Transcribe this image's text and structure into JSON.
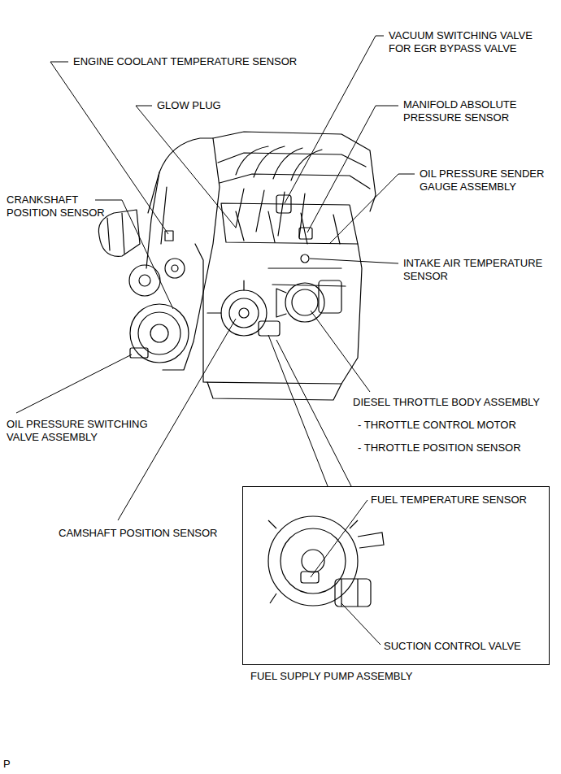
{
  "diagram": {
    "nodes": [
      {
        "text": [
          "FUEL SUPPLY PUMP ASSEMBLY",
          "FUEL TEMPERATURE SENSOR",
          "SUCTION CONTROL VALVE"
        ]
      }
    ],
    "edges": [],
    "labels": [
      "VACUUM SWITCHING VALVE FOR EGR BYPASS VALVE",
      "ENGINE COOLANT TEMPERATURE SENSOR",
      "GLOW PLUG",
      "MANIFOLD ABSOLUTE PRESSURE SENSOR",
      "OIL PRESSURE SENDER GAUGE ASSEMBLY",
      "CRANKSHAFT POSITION SENSOR",
      "INTAKE AIR TEMPERATURE SENSOR",
      "DIESEL THROTTLE BODY ASSEMBLY",
      "- THROTTLE CONTROL MOTOR",
      "- THROTTLE POSITION SENSOR",
      "OIL PRESSURE SWITCHING VALVE ASSEMBLY",
      "CAMSHAFT POSITION SENSOR",
      "P"
    ]
  }
}
